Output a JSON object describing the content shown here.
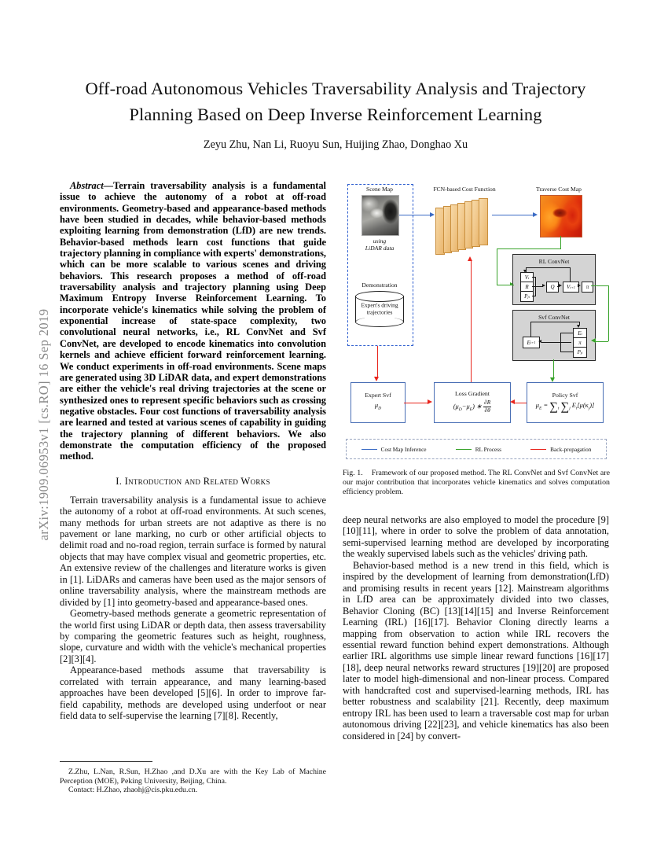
{
  "arxiv_stamp": "arXiv:1909.06953v1  [cs.RO]  16 Sep 2019",
  "title": "Off-road Autonomous Vehicles Traversability Analysis and Trajectory Planning Based on Deep Inverse Reinforcement Learning",
  "authors": "Zeyu Zhu, Nan Li, Ruoyu Sun, Huijing Zhao, Donghao Xu",
  "abstract": {
    "label": "Abstract—",
    "text": "Terrain traversability analysis is a fundamental issue to achieve the autonomy of a robot at off-road environments. Geometry-based and appearance-based methods have been studied in decades, while behavior-based methods exploiting learning from demonstration (LfD) are new trends. Behavior-based methods learn cost functions that guide trajectory planning in compliance with experts' demonstrations, which can be more scalable to various scenes and driving behaviors. This research proposes a method of off-road traversability analysis and trajectory planning using Deep Maximum Entropy Inverse Reinforcement Learning. To incorporate vehicle's kinematics while solving the problem of exponential increase of state-space complexity, two convolutional neural networks, i.e., RL ConvNet and Svf ConvNet, are developed to encode kinematics into convolution kernels and achieve efficient forward reinforcement learning. We conduct experiments in off-road environments. Scene maps are generated using 3D LiDAR data, and expert demonstrations are either the vehicle's real driving trajectories at the scene or synthesized ones to represent specific behaviors such as crossing negative obstacles. Four cost functions of traversability analysis are learned and tested at various scenes of capability in guiding the trajectory planning of different behaviors. We also demonstrate the computation efficiency of the proposed method."
  },
  "sections": {
    "intro_heading": "I.  Introduction and Related Works"
  },
  "left_column_paragraphs": [
    "Terrain traversability analysis is a fundamental issue to achieve the autonomy of a robot at off-road environments. At such scenes, many methods for urban streets are not adaptive as there is no pavement or lane marking, no curb or other artificial objects to delimit road and no-road region, terrain surface is formed by natural objects that may have complex visual and geometric properties, etc. An extensive review of the challenges and literature works is given in [1]. LiDARs and cameras have been used as the major sensors of online traversability analysis, where the mainstream methods are divided by [1] into geometry-based and appearance-based ones.",
    "Geometry-based methods generate a geometric representation of the world first using LiDAR or depth data, then assess traversability by comparing the geometric features such as height, roughness, slope, curvature and width with the vehicle's mechanical properties [2][3][4].",
    "Appearance-based methods assume that traversability is correlated with terrain appearance, and many learning-based approaches have been developed [5][6]. In order to improve far-field capability, methods are developed using underfoot or near field data to self-supervise the learning [7][8]. Recently,"
  ],
  "right_column_paragraphs": [
    "deep neural networks are also employed to model the procedure [9][10][11], where in order to solve the problem of data annotation, semi-supervised learning method are developed by incorporating the weakly supervised labels such as the vehicles' driving path.",
    "Behavior-based method is a new trend in this field, which is inspired by the development of learning from demonstration(LfD) and promising results in recent years [12]. Mainstream algorithms in LfD area can be approximately divided into two classes, Behavior Cloning (BC) [13][14][15] and Inverse Reinforcement Learning (IRL) [16][17]. Behavior Cloning directly learns a mapping from observation to action while IRL recovers the essential reward function behind expert demonstrations. Although earlier IRL algorithms use simple linear reward functions [16][17][18], deep neural networks reward structures [19][20] are proposed later to model high-dimensional and non-linear process. Compared with handcrafted cost and supervised-learning methods, IRL has better robustness and scalability [21]. Recently, deep maximum entropy IRL has been used to learn a traversable cost map for urban autonomous driving [22][23], and vehicle kinematics has also been considered in [24] by convert-"
  ],
  "footnote": {
    "line1": "Z.Zhu, L.Nan, R.Sun, H.Zhao ,and D.Xu are with the Key Lab of Machine Perception (MOE), Peking University, Beijing, China.",
    "line2": "Contact: H.Zhao, zhaohj@cis.pku.edu.cn."
  },
  "figure": {
    "caption_number": "Fig. 1.",
    "caption_text": "Framework of our proposed method. The RL ConvNet and Svf ConvNet are our major contribution that incorporates vehicle kinematics and solves computation efficiency problem.",
    "scene_map_label": "Scene Map",
    "scene_map_sub_line1": "using",
    "scene_map_sub_line2": "LiDAR data",
    "fcn_label": "FCN-based Cost Function",
    "cost_map_label": "Traverse Cost Map",
    "demonstration_label": "Demonstration",
    "cylinder_line1": "Expert's driving",
    "cylinder_line2": "trajectories",
    "rl_convnet_title": "RL ConvNet",
    "rl_cells": [
      "V",
      "R",
      "P",
      "Q",
      "V",
      "π"
    ],
    "svf_convnet_title": "Svf ConvNet",
    "svf_cells": [
      "E",
      "π",
      "P",
      "E"
    ],
    "expert_svf_title": "Expert Svf",
    "expert_svf_eq": "μ",
    "loss_gradient_title": "Loss Gradient",
    "policy_svf_title": "Policy Svf",
    "legend": [
      {
        "label": "Cost Map Inference",
        "color": "#3b6bc4"
      },
      {
        "label": "RL Process",
        "color": "#38a32a"
      },
      {
        "label": "Back-propagation",
        "color": "#e8241c"
      }
    ]
  }
}
